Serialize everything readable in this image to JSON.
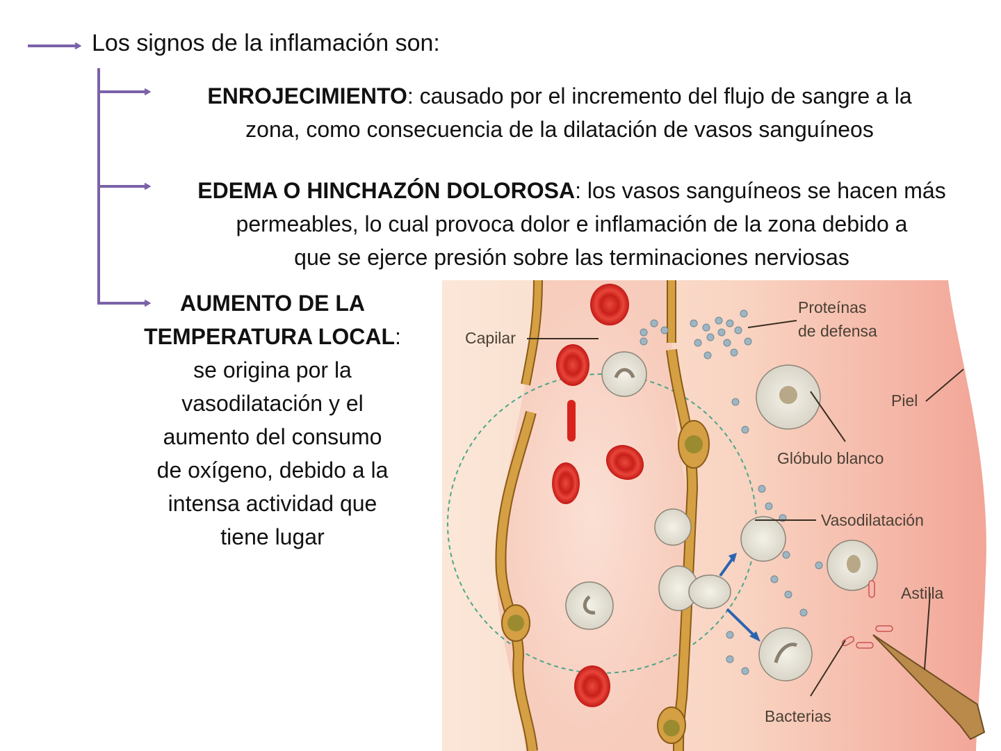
{
  "slide": {
    "title": "Los signos de la inflamación son:",
    "accent_color": "#7b62a8",
    "signs": [
      {
        "term": "ENROJECIMIENTO",
        "description_line1": ": causado por el incremento del flujo de sangre a la",
        "description_line2": "zona, como consecuencia de la dilatación de vasos sanguíneos"
      },
      {
        "term": "EDEMA O HINCHAZÓN DOLOROSA",
        "description_line1": ": los vasos sanguíneos se hacen más",
        "description_line2": "permeables, lo cual provoca dolor e inflamación de la zona debido a",
        "description_line3": "que se ejerce presión sobre las terminaciones nerviosas"
      },
      {
        "term_line1": "AUMENTO DE LA",
        "term_line2": "TEMPERATURA LOCAL",
        "colon": ":",
        "description": [
          "se origina por la",
          "vasodilatación y el",
          "aumento del consumo",
          "de oxígeno, debido a la",
          "intensa actividad que",
          "tiene lugar"
        ]
      }
    ]
  },
  "illustration": {
    "labels": {
      "capilar": "Capilar",
      "proteinas_1": "Proteínas",
      "proteinas_2": "de defensa",
      "piel": "Piel",
      "globulo": "Glóbulo blanco",
      "vasodilatacion": "Vasodilatación",
      "astilla": "Astilla",
      "bacterias": "Bacterias"
    }
  }
}
